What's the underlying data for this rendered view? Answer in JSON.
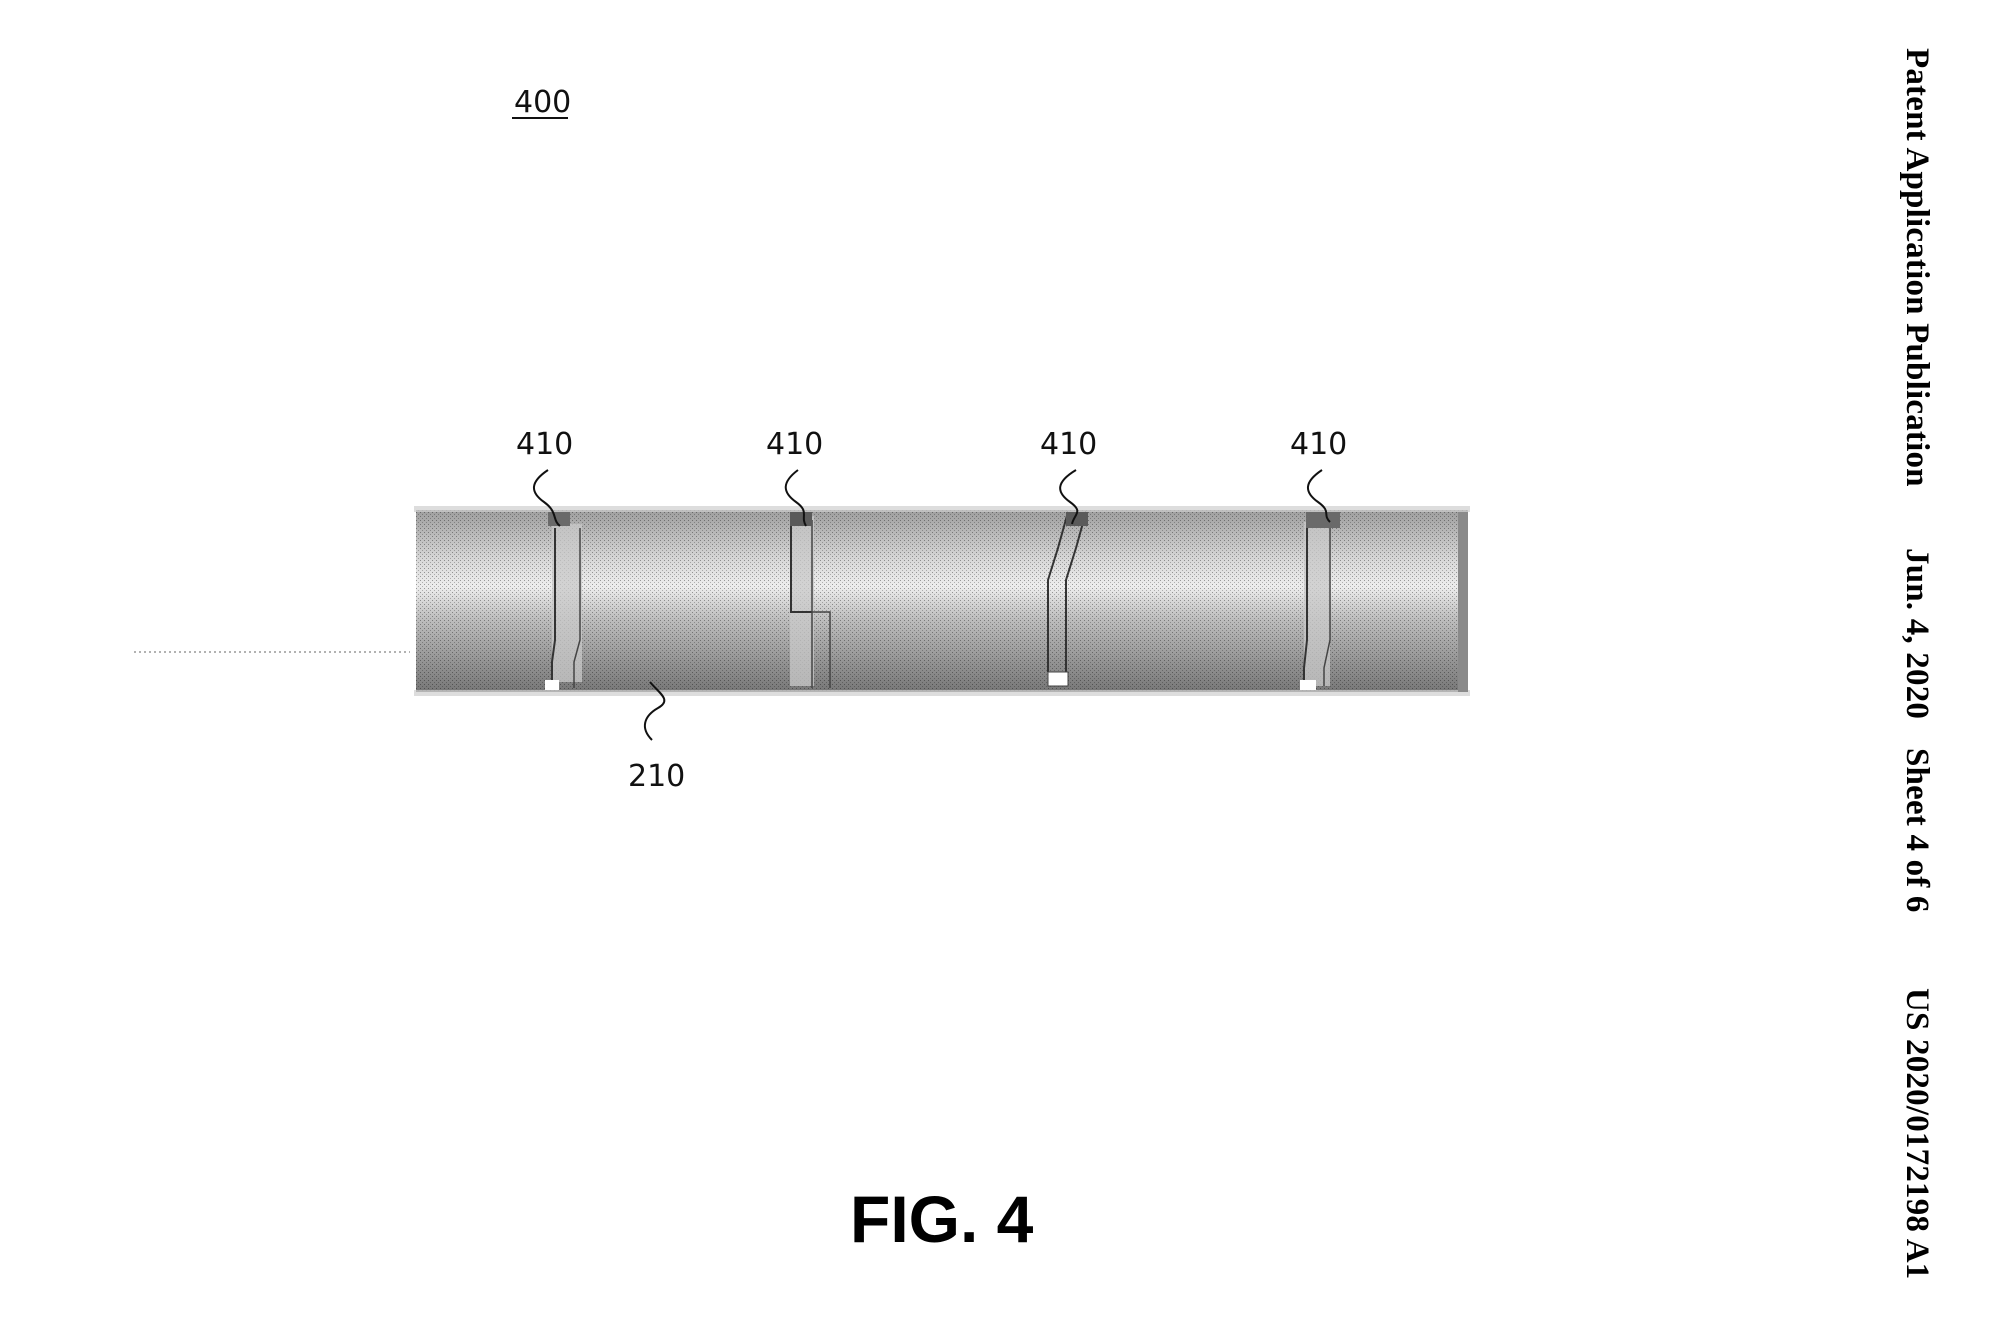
{
  "header": {
    "publication_type": "Patent Application Publication",
    "date": "Jun. 4, 2020",
    "sheet": "Sheet 4 of 6",
    "publication_number": "US 2020/0172198 A1"
  },
  "figure": {
    "reference_number": "400",
    "caption": "FIG. 4",
    "callouts": [
      {
        "label": "410",
        "target": "joint-1"
      },
      {
        "label": "410",
        "target": "joint-2"
      },
      {
        "label": "410",
        "target": "joint-3"
      },
      {
        "label": "410",
        "target": "joint-4"
      },
      {
        "label": "210",
        "target": "tube-body"
      }
    ]
  },
  "colors": {
    "tube_light": "#e6e6e6",
    "tube_mid": "#b4b4b4",
    "tube_dark": "#7a7a7a",
    "ink": "#111111"
  }
}
